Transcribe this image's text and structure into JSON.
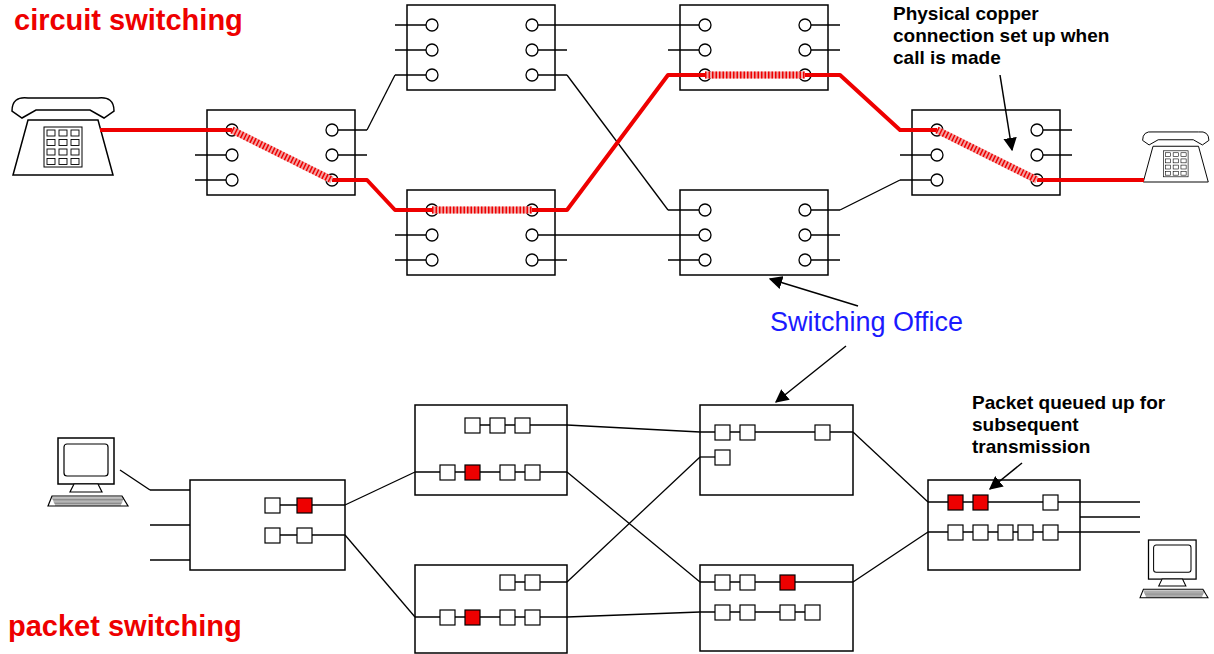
{
  "diagram": {
    "labels": [
      "circuit switching",
      "Physical copper connection set up when call is made",
      "Switching Office",
      "Packet queued up for subsequent transmission",
      "packet switching"
    ]
  }
}
